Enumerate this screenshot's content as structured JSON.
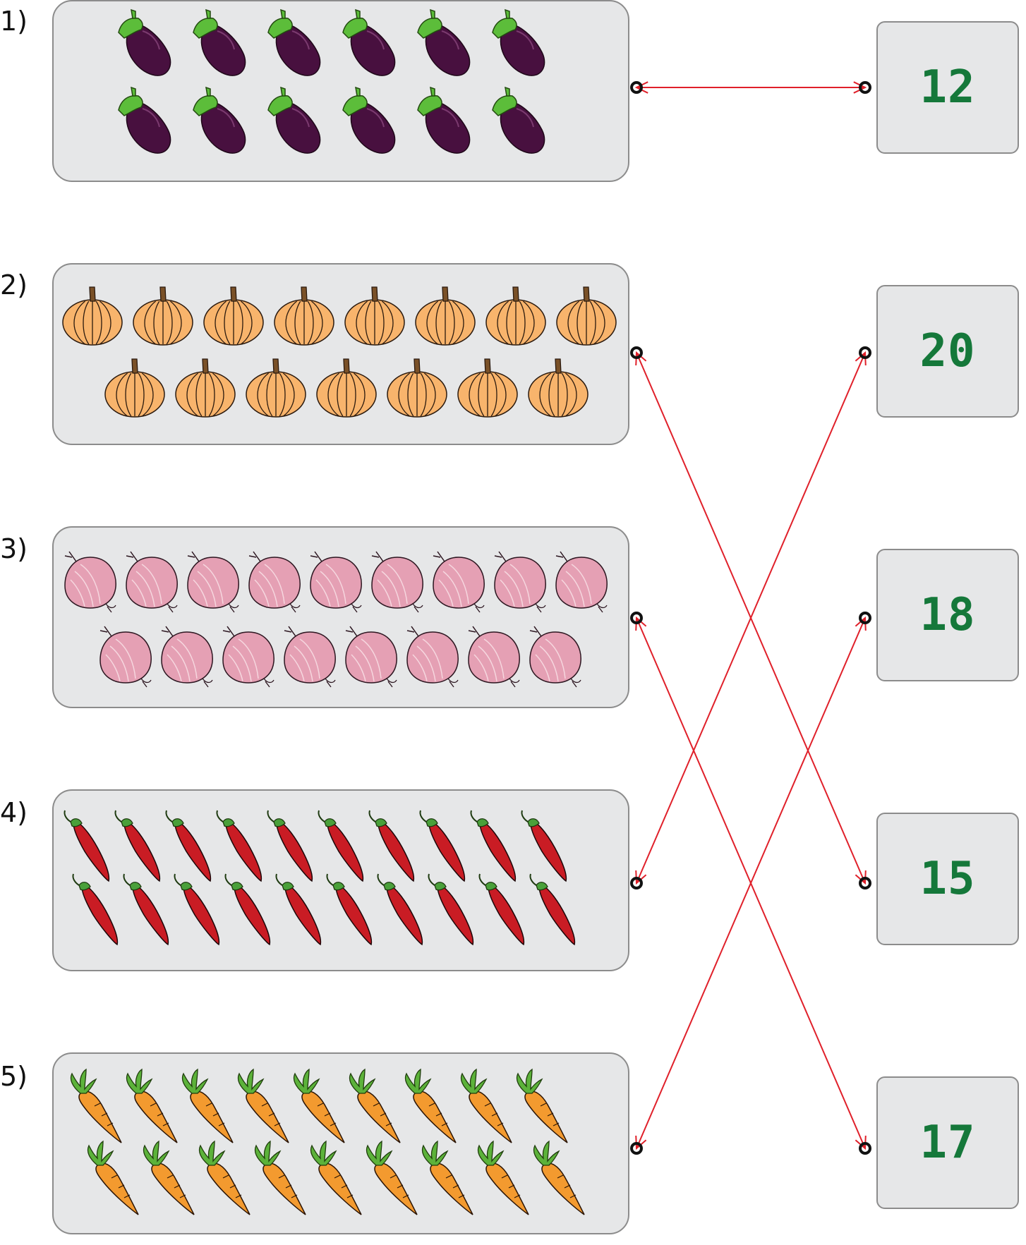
{
  "rows": [
    {
      "label": "1)",
      "item": "eggplant-icon",
      "rows": [
        6,
        6
      ]
    },
    {
      "label": "2)",
      "item": "pumpkin-icon",
      "rows": [
        8,
        7
      ]
    },
    {
      "label": "3)",
      "item": "onion-icon",
      "rows": [
        9,
        8
      ]
    },
    {
      "label": "4)",
      "item": "chili-pepper-icon",
      "rows": [
        10,
        10
      ]
    },
    {
      "label": "5)",
      "item": "carrot-icon",
      "rows": [
        9,
        9
      ]
    }
  ],
  "answers": [
    "12",
    "20",
    "18",
    "15",
    "17"
  ],
  "connections": [
    {
      "from": 1,
      "to": 1
    },
    {
      "from": 2,
      "to": 4
    },
    {
      "from": 3,
      "to": 5
    },
    {
      "from": 4,
      "to": 2
    },
    {
      "from": 5,
      "to": 3
    }
  ],
  "colors": {
    "box_fill": "#e6e7e8",
    "box_border": "#8c8c8c",
    "number_text": "#15783a",
    "connector": "#e0202a",
    "eggplant": "#48103f",
    "eggplant_cap": "#5cbd3a",
    "pumpkin": "#f8b46c",
    "onion": "#e5a0b4",
    "chili": "#c91c24",
    "carrot": "#f39a2f",
    "leaf": "#5cb23a"
  }
}
